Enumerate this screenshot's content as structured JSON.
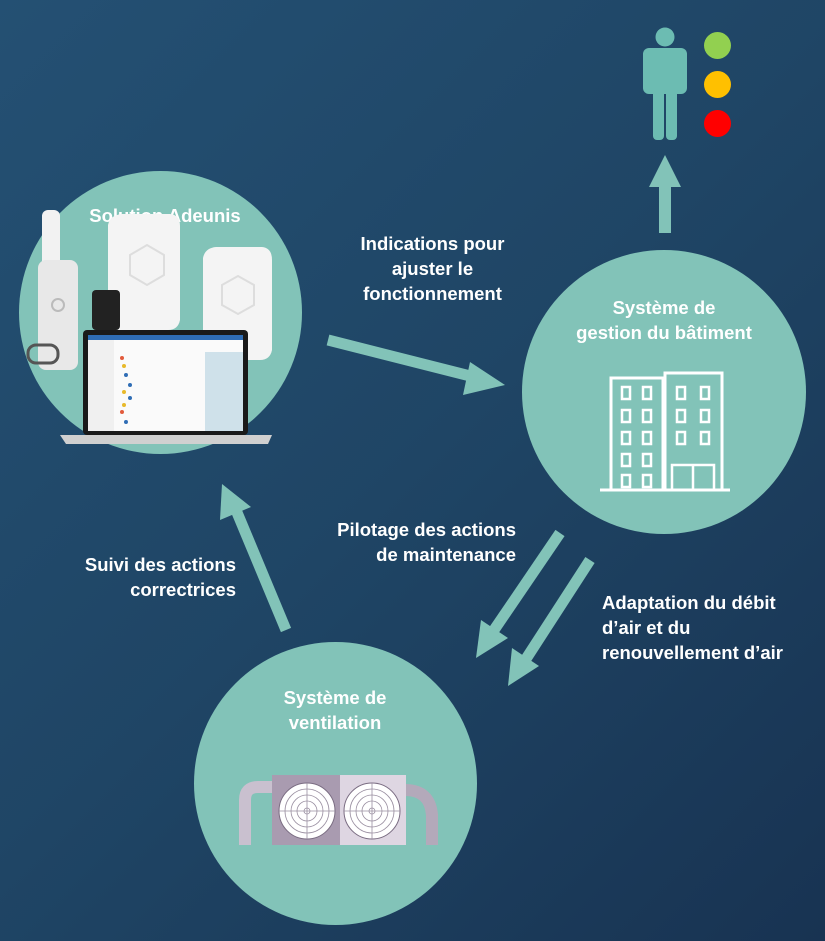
{
  "nodes": {
    "adeunis": {
      "title": "Solution Adeunis"
    },
    "bms": {
      "title_line1": "Système de",
      "title_line2": "gestion du bâtiment"
    },
    "ventilation": {
      "title_line1": "Système de",
      "title_line2": "ventilation"
    }
  },
  "edges": {
    "indications": [
      "Indications pour",
      "ajuster le",
      "fonctionnement"
    ],
    "pilotage": [
      "Pilotage des actions",
      "de maintenance"
    ],
    "adaptation": [
      "Adaptation du débit",
      "d’air et du",
      "renouvellement d’air"
    ],
    "suivi": [
      "Suivi des actions",
      "correctrices"
    ]
  },
  "status_colors": {
    "green": "#92d050",
    "orange": "#ffc000",
    "red": "#ff0000"
  },
  "colors": {
    "circle": "#82c3b8",
    "arrow": "#82c3b8",
    "person": "#6cbcb2"
  }
}
